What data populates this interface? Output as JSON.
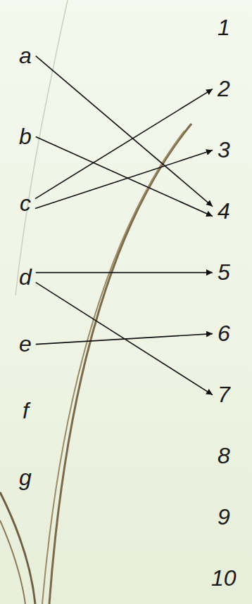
{
  "diagram": {
    "nodes": [
      {
        "text": [
          "a"
        ]
      },
      {
        "text": [
          "b"
        ]
      },
      {
        "text": [
          "c"
        ]
      },
      {
        "text": [
          "d"
        ]
      },
      {
        "text": [
          "e"
        ]
      },
      {
        "text": [
          "f"
        ]
      },
      {
        "text": [
          "g"
        ]
      },
      {
        "text": [
          "1"
        ]
      },
      {
        "text": [
          "2"
        ]
      },
      {
        "text": [
          "3"
        ]
      },
      {
        "text": [
          "4"
        ]
      },
      {
        "text": [
          "5"
        ]
      },
      {
        "text": [
          "6"
        ]
      },
      {
        "text": [
          "7"
        ]
      },
      {
        "text": [
          "8"
        ]
      },
      {
        "text": [
          "9"
        ]
      },
      {
        "text": [
          "10"
        ]
      }
    ],
    "edges": [
      {
        "from": 0,
        "to": 10,
        "arrow": "to"
      },
      {
        "from": 1,
        "to": 10,
        "arrow": "to"
      },
      {
        "from": 2,
        "to": 8,
        "arrow": "to"
      },
      {
        "from": 2,
        "to": 9,
        "arrow": "to"
      },
      {
        "from": 3,
        "to": 11,
        "arrow": "to"
      },
      {
        "from": 3,
        "to": 13,
        "arrow": "to"
      },
      {
        "from": 4,
        "to": 12,
        "arrow": "to"
      }
    ]
  }
}
